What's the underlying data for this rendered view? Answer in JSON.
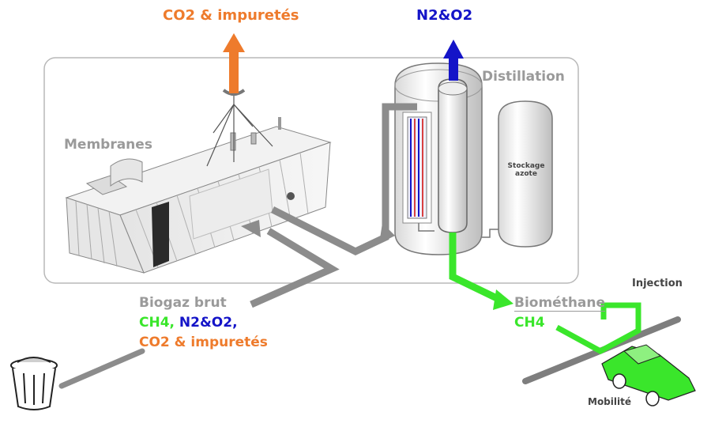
{
  "labels": {
    "co2_top": "CO2 & impuretés",
    "n2o2_top": "N2&O2",
    "distillation": "Distillation",
    "membranes": "Membranes",
    "stockage_line1": "Stockage",
    "stockage_line2": "azote",
    "biogaz_title": "Biogaz brut",
    "biogaz_ch4": "CH4,",
    "biogaz_n2o2": "N2&O2,",
    "biogaz_co2": "CO2 & impuretés",
    "biomethane": "Biométhane",
    "ch4": "CH4",
    "injection": "Injection",
    "mobilite": "Mobilité"
  },
  "colors": {
    "orange": "#ee7b2c",
    "blue": "#1414c8",
    "green": "#3ae62b",
    "grey_arrow": "#8c8c8c",
    "label_grey": "#9a9a9a"
  },
  "icons": [
    "trash-can-icon",
    "car-icon"
  ]
}
